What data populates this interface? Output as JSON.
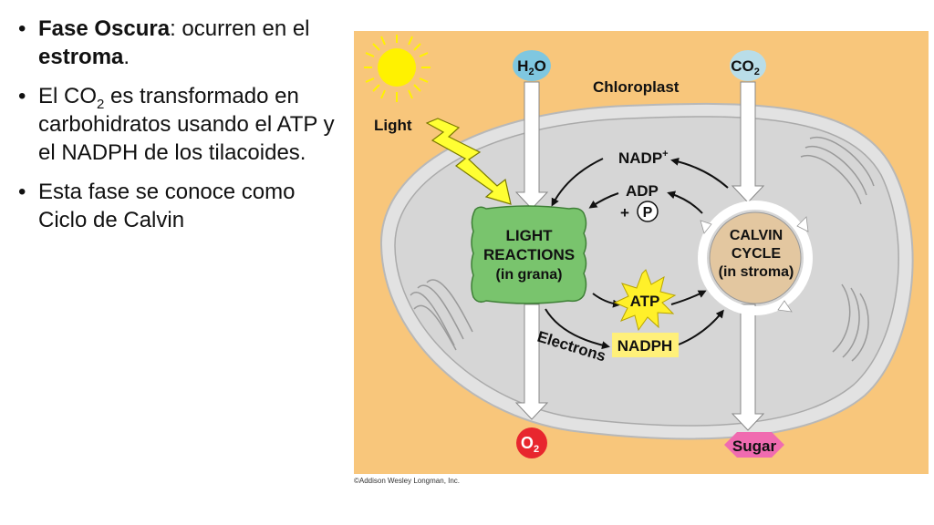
{
  "text_panel": {
    "bullet1": {
      "bold_title": "Fase Oscura",
      "text": ": ocurren en el ",
      "bold_word": "estroma",
      "end": "."
    },
    "bullet2": {
      "pre": "El CO",
      "sub": "2",
      "post": " es transformado en carbohidratos usando el ATP y el NADPH de los tilacoides."
    },
    "bullet3": {
      "text": "Esta fase se conoce como Ciclo de Calvin"
    }
  },
  "diagram": {
    "colors": {
      "background": "#f8c67b",
      "chloroplast_outer": "#e2e2e2",
      "stroma": "#d6d6d6",
      "grana": "#79c46d",
      "calvin_fill": "#e3c7a0",
      "atp": "#fff02a",
      "nadph_box": "#fff07a",
      "water": "#7fc7e0",
      "co2": "#b9dde8",
      "oxygen": "#e8262e",
      "sugar": "#f06bb0",
      "sun": "#fff200",
      "lightning": "#ffff33"
    },
    "labels": {
      "chloroplast": "Chloroplast",
      "light": "Light",
      "h2o_main": "H",
      "h2o_sub": "2",
      "h2o_end": "O",
      "co2_main": "CO",
      "co2_sub": "2",
      "nadp_main": "NADP",
      "nadp_sup": "+",
      "adp": "ADP",
      "plus": "+",
      "p": "P",
      "light_reactions_1": "LIGHT",
      "light_reactions_2": "REACTIONS",
      "light_reactions_3": "(in grana)",
      "calvin_1": "CALVIN",
      "calvin_2": "CYCLE",
      "calvin_3": "(in stroma)",
      "atp": "ATP",
      "nadph": "NADPH",
      "electrons": "Electrons",
      "o2_main": "O",
      "o2_sub": "2",
      "sugar": "Sugar"
    },
    "copyright": "©Addison Wesley Longman, Inc."
  }
}
